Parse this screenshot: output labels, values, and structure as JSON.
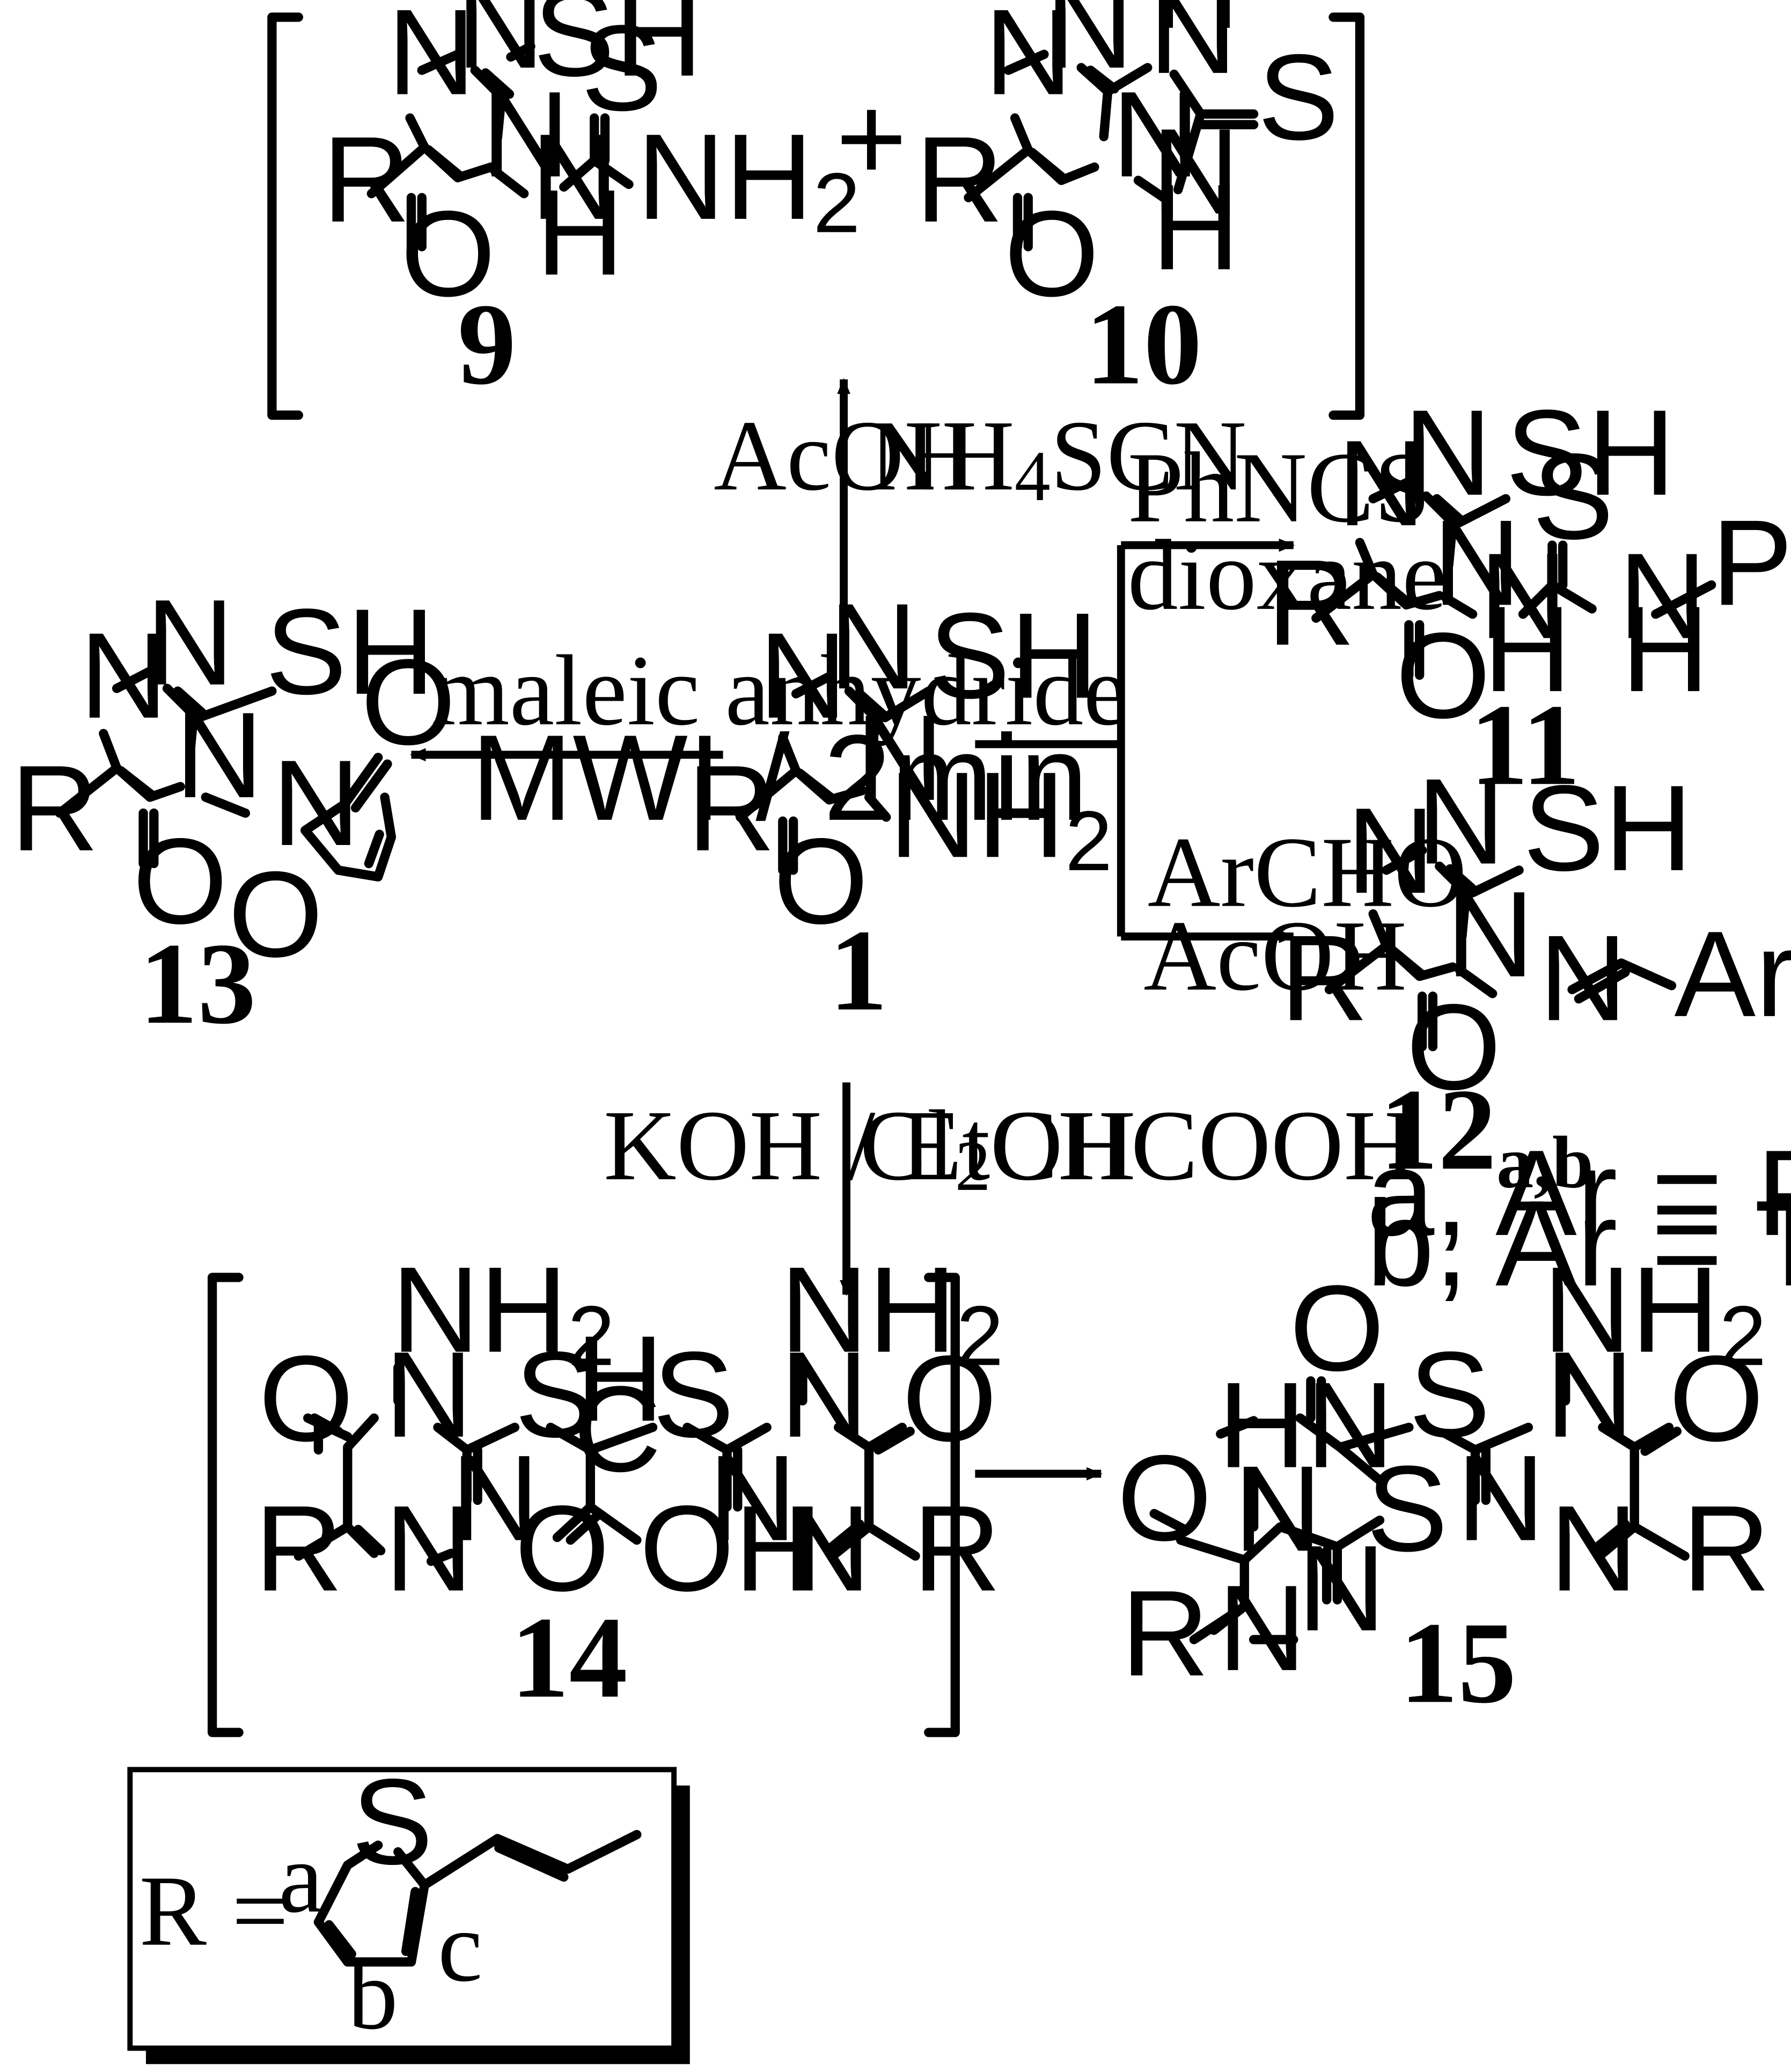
{
  "compounds": {
    "c1": "1",
    "c9": "9",
    "c10": "10",
    "c11": "11",
    "c12": "12",
    "c12_sub": "a,b",
    "c13": "13",
    "c14": "14",
    "c15": "15"
  },
  "atoms": {
    "N": "N",
    "S": "S",
    "SH": "SH",
    "R": "R",
    "O": "O",
    "H": "H",
    "NH2": "NH",
    "sub2": "2",
    "Ph": "Ph",
    "Ar": "Ar",
    "HN": "HN",
    "OH": "OH",
    "C": "C"
  },
  "reagents": {
    "acoh": "AcOH",
    "nh4scn_a": "NH",
    "nh4scn_sub": "4",
    "nh4scn_b": "SCN",
    "phncs": "PhNCS",
    "dioxane": "dioxane",
    "archo": "ArCHO",
    "acoh2": "AcOH",
    "maleic": "maleic anhydride",
    "mwi": "MWI / 2min",
    "koh": "KOH  / EtOH",
    "cl2_a": "Cl",
    "cl2_sub": "2",
    "cl2_b": "CHCOOH"
  },
  "footnotes": {
    "a": "a, Ar = Ph",
    "b": "b, Ar = Thinyl"
  },
  "rbox": {
    "label": "R =",
    "pos_a": "a",
    "pos_b": "b",
    "pos_c": "c"
  }
}
